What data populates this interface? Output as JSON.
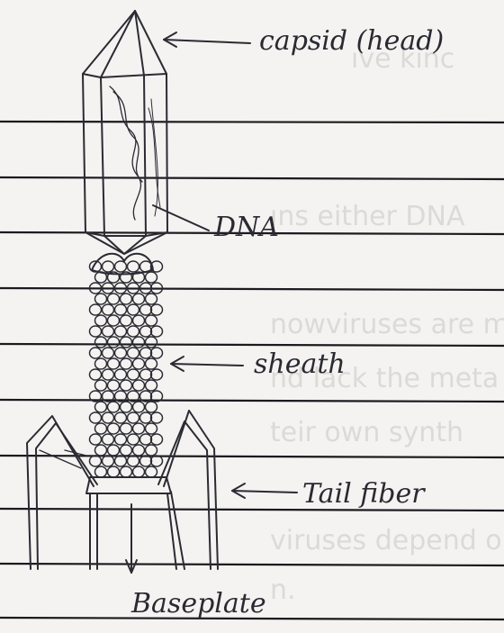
{
  "labels": {
    "capsid": "capsid (head)",
    "dna": "DNA",
    "sheath": "sheath",
    "tail_fiber": "Tail fiber",
    "baseplate": "Baseplate"
  },
  "colors": {
    "paper": "#f4f3f1",
    "ink": "#2b2b33",
    "rule": "#1a1a1f"
  }
}
